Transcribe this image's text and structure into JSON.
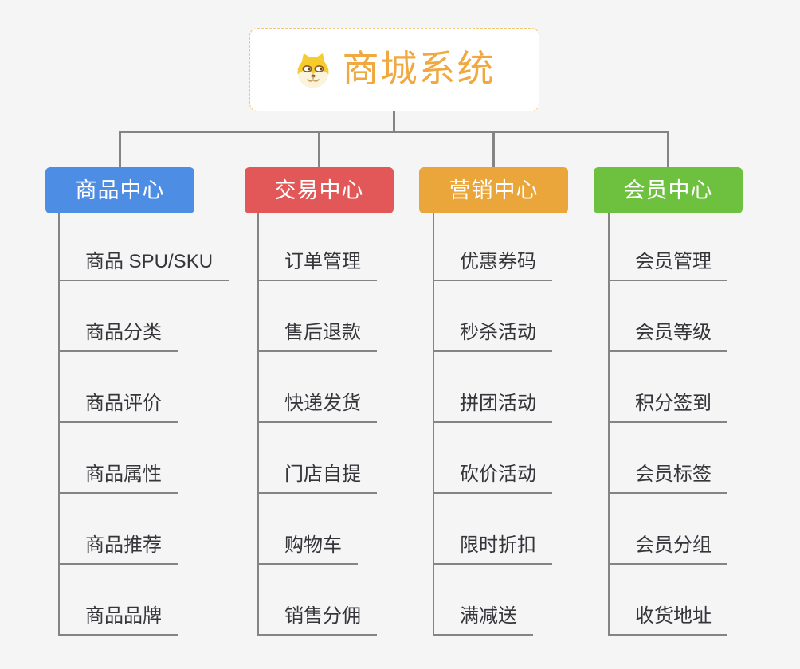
{
  "root": {
    "title": "商城系统",
    "icon": "dog-icon"
  },
  "branches": [
    {
      "label": "商品中心",
      "color": "#4D8EE4",
      "children": [
        "商品 SPU/SKU",
        "商品分类",
        "商品评价",
        "商品属性",
        "商品推荐",
        "商品品牌"
      ]
    },
    {
      "label": "交易中心",
      "color": "#E25757",
      "children": [
        "订单管理",
        "售后退款",
        "快递发货",
        "门店自提",
        "购物车",
        "销售分佣"
      ]
    },
    {
      "label": "营销中心",
      "color": "#EAA53B",
      "children": [
        "优惠券码",
        "秒杀活动",
        "拼团活动",
        "砍价活动",
        "限时折扣",
        "满减送"
      ]
    },
    {
      "label": "会员中心",
      "color": "#6EC13F",
      "children": [
        "会员管理",
        "会员等级",
        "积分签到",
        "会员标签",
        "会员分组",
        "收货地址"
      ]
    }
  ],
  "theme": {
    "background": "#F5F5F6",
    "connector_color": "#848484",
    "leaf_text_color": "#35353A",
    "root_text_color": "#F0A840",
    "root_border_color": "#F0C87D"
  }
}
